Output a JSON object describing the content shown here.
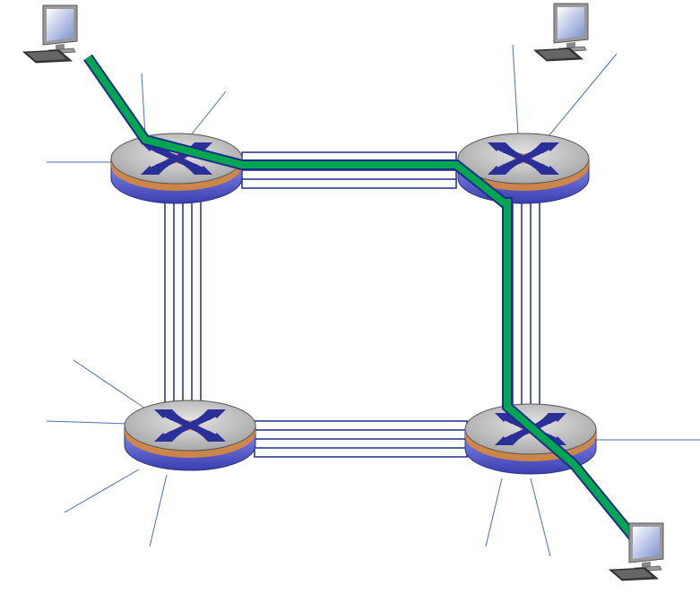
{
  "diagram": {
    "description_type": "circuit-switched network",
    "routers": [
      {
        "id": "router-top-left"
      },
      {
        "id": "router-top-right"
      },
      {
        "id": "router-bottom-left"
      },
      {
        "id": "router-bottom-right"
      }
    ],
    "hosts": [
      {
        "id": "host-top-left",
        "icon": "desktop-computer-icon"
      },
      {
        "id": "host-top-right",
        "icon": "desktop-computer-icon"
      },
      {
        "id": "host-bottom-right",
        "icon": "desktop-computer-icon"
      }
    ],
    "links": [
      {
        "from": "router-top-left",
        "to": "router-top-right",
        "circuits": 4,
        "active_circuit": 2
      },
      {
        "from": "router-top-left",
        "to": "router-bottom-left",
        "circuits": 4,
        "active_circuit": null
      },
      {
        "from": "router-top-right",
        "to": "router-bottom-right",
        "circuits": 4,
        "active_circuit": 1
      },
      {
        "from": "router-bottom-left",
        "to": "router-bottom-right",
        "circuits": 4,
        "active_circuit": null
      }
    ],
    "active_path": [
      "host-top-left",
      "router-top-left",
      "router-top-right",
      "router-bottom-right",
      "host-bottom-right"
    ],
    "colors": {
      "circuit_active": "#00a651",
      "circuit_outline": "#1f2d8a",
      "router_top": "#c8c8c8",
      "router_side": "#5a5fc8",
      "router_band": "#d98a3a",
      "router_arrows": "#2b2f9a",
      "stub_line": "#4a6fb5"
    }
  }
}
